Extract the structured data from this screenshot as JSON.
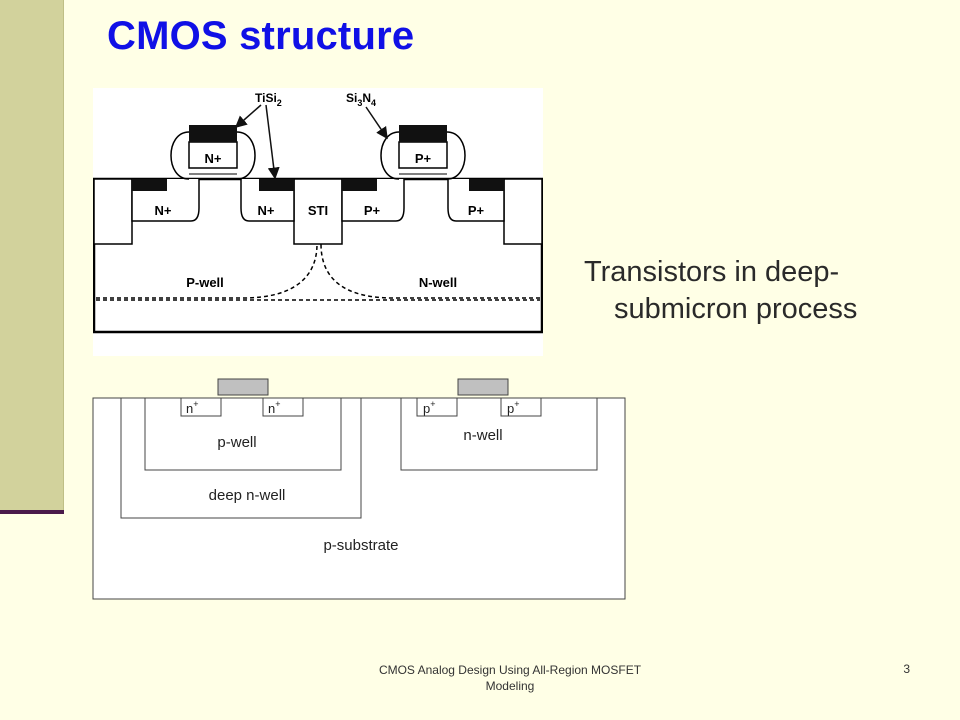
{
  "slide": {
    "title": "CMOS structure",
    "side_text_line1": "Transistors in deep-",
    "side_text_line2": "submicron process",
    "footer_line1": "CMOS Analog Design Using All-Region MOSFET",
    "footer_line2": "Modeling",
    "page_number": "3"
  },
  "top_figure": {
    "tisi2": "TiSi",
    "tisi2_sub": "2",
    "si3n4_si": "Si",
    "si3n4_sub3": "3",
    "si3n4_n": "N",
    "si3n4_sub4": "4",
    "gate_nmos": "N+",
    "gate_pmos": "P+",
    "nmos_source": "N+",
    "nmos_drain": "N+",
    "sti": "STI",
    "pmos_source": "P+",
    "pmos_drain": "P+",
    "pwell": "P-well",
    "nwell": "N-well"
  },
  "bottom_figure": {
    "nmos_n1": "n",
    "nmos_n2": "n",
    "pmos_p1": "p",
    "pmos_p2": "p",
    "plus": "+",
    "pwell": "p-well",
    "nwell": "n-well",
    "deep_nwell": "deep n-well",
    "psubstrate": "p-substrate"
  },
  "colors": {
    "title": "#1010e6",
    "background": "#ffffe6",
    "sidebar": "#d2d29c",
    "sidebar_line": "#4a1a4a",
    "gate_poly": "#c0c0c0"
  }
}
